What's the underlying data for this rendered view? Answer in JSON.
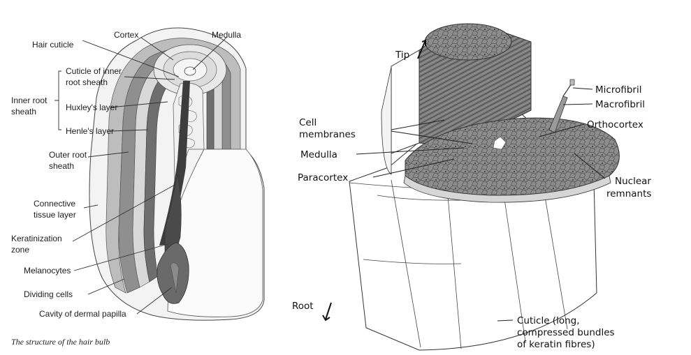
{
  "left_figure": {
    "labels": {
      "cortex": "Cortex",
      "medulla": "Medulla",
      "hair_cuticle": "Hair cuticle",
      "cuticle_inner_1": "Cuticle of inner",
      "cuticle_inner_2": "root sheath",
      "inner_root_1": "Inner root",
      "inner_root_2": "sheath",
      "huxleys": "Huxley's layer",
      "henles": "Henle's layer",
      "outer_root_1": "Outer root",
      "outer_root_2": "sheath",
      "connective_1": "Connective",
      "connective_2": "tissue layer",
      "keratinization_1": "Keratinization",
      "keratinization_2": "zone",
      "melanocytes": "Melanocytes",
      "dividing_cells": "Dividing cells",
      "cavity": "Cavity of dermal papilla"
    },
    "caption": "The structure of the hair bulb"
  },
  "right_figure": {
    "labels": {
      "tip": "Tip",
      "root": "Root",
      "microfibril": "Microfibril",
      "macrofibril": "Macrofibril",
      "orthocortex": "Orthocortex",
      "cell_1": "Cell",
      "cell_2": "membranes",
      "medulla": "Medulla",
      "paracortex": "Paracortex",
      "nuclear_1": "Nuclear",
      "nuclear_2": "remnants",
      "cuticle_1": "Cuticle (long,",
      "cuticle_2": "compressed bundles",
      "cuticle_3": "of keratin fibres)"
    }
  },
  "colors": {
    "line": "#333333",
    "dark_gray": "#6f6f6f",
    "mid_gray": "#9a9a9a",
    "light_gray": "#c8c8c8",
    "bg": "#ffffff"
  }
}
